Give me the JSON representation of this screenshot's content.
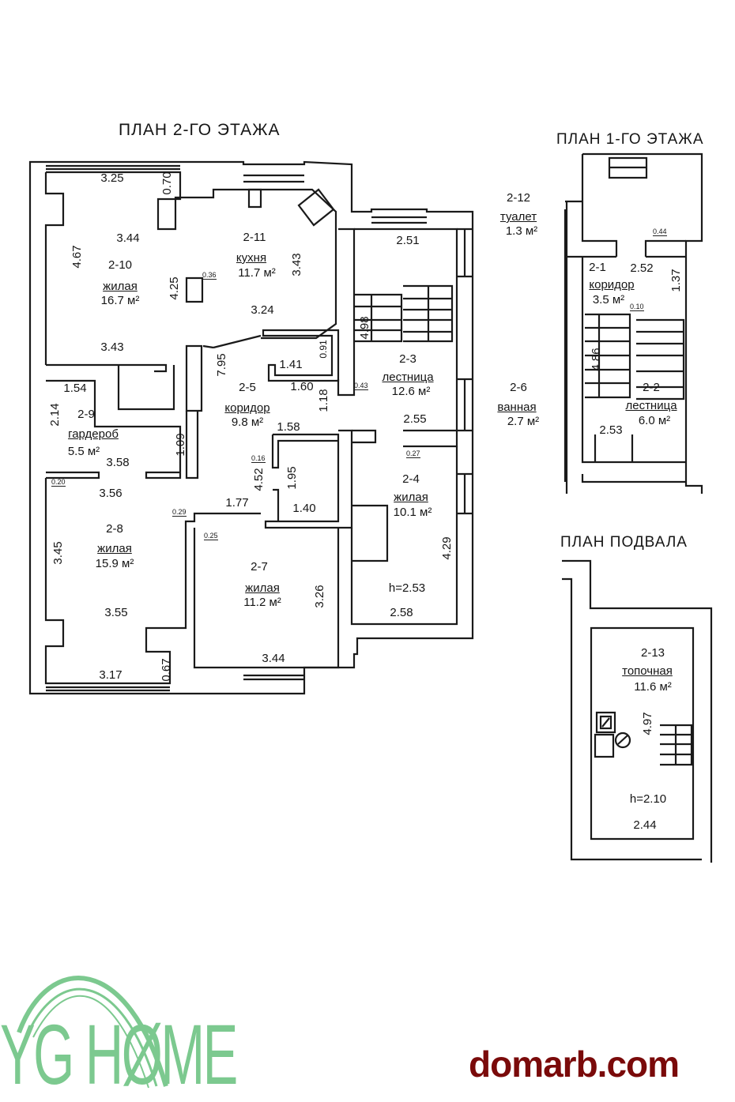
{
  "plans": {
    "floor2": {
      "title": "ПЛАН  2-ГО ЭТАЖА",
      "rooms": [
        {
          "id": "2-10",
          "name": "жилая",
          "area": "16.7 м²"
        },
        {
          "id": "2-11",
          "name": "кухня",
          "area": "11.7 м²"
        },
        {
          "id": "2-12",
          "name": "туалет",
          "area": "1.3 м²"
        },
        {
          "id": "2-3",
          "name": "лестница",
          "area": "12.6 м²"
        },
        {
          "id": "2-5",
          "name": "коридор",
          "area": "9.8 м²"
        },
        {
          "id": "2-6",
          "name": "ванная",
          "area": "2.7 м²"
        },
        {
          "id": "2-9",
          "name": "гардероб",
          "area": "5.5 м²"
        },
        {
          "id": "2-4",
          "name": "жилая",
          "area": "10.1 м²"
        },
        {
          "id": "2-8",
          "name": "жилая",
          "area": "15.9 м²"
        },
        {
          "id": "2-7",
          "name": "жилая",
          "area": "11.2 м²"
        }
      ],
      "dimensions": {
        "d325": "3.25",
        "d070": "0.70",
        "d344a": "3.44",
        "d467": "4.67",
        "d425": "4.25",
        "d343a": "3.43",
        "d343b": "3.43",
        "d324": "3.24",
        "d036": "0.36",
        "d251": "2.51",
        "d498": "4.98",
        "d091": "0.91",
        "d141": "1.41",
        "d160": "1.60",
        "d043": "0.43",
        "d118": "1.18",
        "d795": "7.95",
        "d154": "1.54",
        "d214": "2.14",
        "d109": "1.09",
        "d358": "3.58",
        "d020": "0.20",
        "d356": "3.56",
        "d158": "1.58",
        "d255": "2.55",
        "d027": "0.27",
        "d016": "0.16",
        "d452": "4.52",
        "d195": "1.95",
        "d140": "1.40",
        "d029": "0.29",
        "d177": "1.77",
        "d025": "0.25",
        "d345": "3.45",
        "d355": "3.55",
        "d317": "3.17",
        "d067": "0.67",
        "d326": "3.26",
        "d344b": "3.44",
        "d429": "4.29",
        "d258": "2.58"
      },
      "ceiling_height": "h=2.53"
    },
    "floor1": {
      "title": "ПЛАН  1-ГО ЭТАЖА",
      "rooms": [
        {
          "id": "2-1",
          "name": "коридор",
          "area": "3.5 м²"
        },
        {
          "id": "2-2",
          "name": "лестница",
          "area": "6.0 м²"
        }
      ],
      "dimensions": {
        "d044": "0.44",
        "d252": "2.52",
        "d137": "1.37",
        "d010": "0.10",
        "d486": "4.86",
        "d253": "2.53"
      }
    },
    "basement": {
      "title": "ПЛАН  ПОДВАЛА",
      "rooms": [
        {
          "id": "2-13",
          "name": "топочная",
          "area": "11.6 м²"
        }
      ],
      "dimensions": {
        "d497": "4.97",
        "d244": "2.44"
      },
      "ceiling_height": "h=2.10"
    }
  },
  "branding": {
    "logo_text": "YG HØME",
    "logo_color": "#7cc98f",
    "site": "domarb.com",
    "site_color": "#7a0a0a"
  }
}
